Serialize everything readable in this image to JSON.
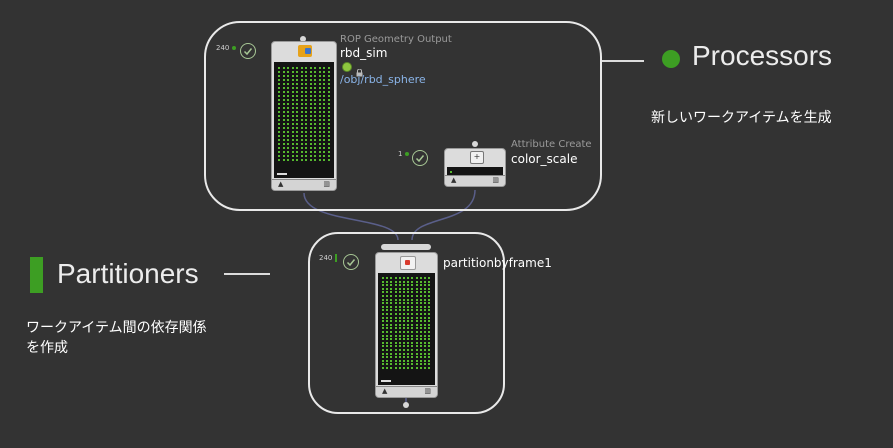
{
  "legend": {
    "processors": {
      "title": "Processors",
      "description": "新しいワークアイテムを生成",
      "color": "#3d9e23"
    },
    "partitioners": {
      "title": "Partitioners",
      "description_lines": [
        "ワークアイテム間の依存関係",
        "を作成"
      ],
      "color": "#3d9e23"
    }
  },
  "nodes": {
    "rop": {
      "type_label": "ROP Geometry Output",
      "name": "rbd_sim",
      "path": "/obj/rbd_sphere",
      "work_item_count": "240",
      "icon": "rop-geometry-icon",
      "flag_icons": [
        "gear-icon",
        "lock-icon"
      ]
    },
    "attr": {
      "type_label": "Attribute Create",
      "name": "color_scale",
      "work_item_count": "1",
      "icon": "attribute-create-icon"
    },
    "partition": {
      "name": "partitionbyframe1",
      "work_item_count": "240",
      "icon": "partition-icon"
    }
  },
  "colors": {
    "frame": "#e9e9e9",
    "workitem": "#56b92f",
    "path": "#8ab4e8"
  }
}
